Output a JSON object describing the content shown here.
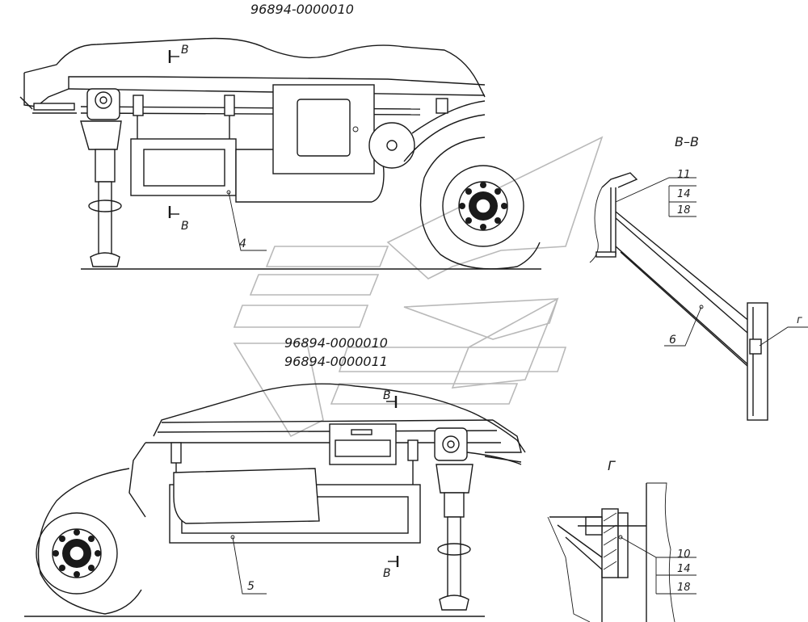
{
  "titles": {
    "top": "96894-0000010",
    "bottom_line1": "96894-0000010",
    "bottom_line2": "96894-0000011"
  },
  "section_labels": {
    "B": "В",
    "BB": "В–В",
    "G": "Г"
  },
  "leaders": {
    "item4": "4",
    "item5": "5",
    "item6": "6",
    "g_small": "г",
    "bb_items": [
      "11",
      "14",
      "18"
    ],
    "g_items": [
      "10",
      "14",
      "18"
    ]
  }
}
